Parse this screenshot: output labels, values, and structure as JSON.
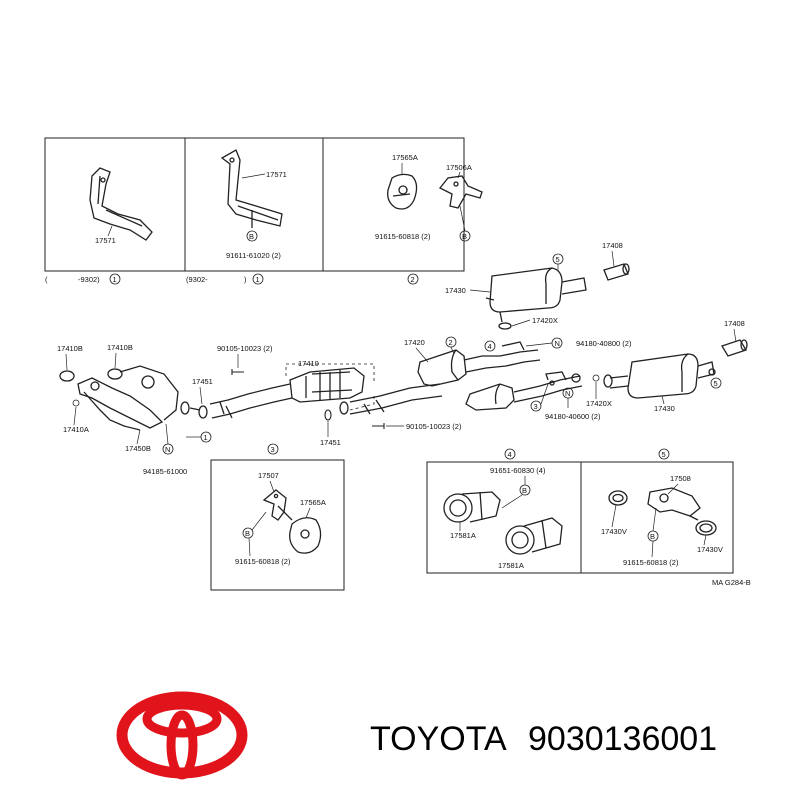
{
  "diagram": {
    "inset_top": {
      "panel1": {
        "part": "17571",
        "range": "-9302)",
        "ref": "1",
        "open": "("
      },
      "panel2": {
        "part": "17571",
        "bolt": "91611-61020 (2)",
        "bolt_key": "B",
        "range": "(9302-",
        "close": ")",
        "ref": "1"
      },
      "panel3": {
        "cushion": "17565A",
        "bracket": "17506A",
        "bolt": "91615-60818 (2)",
        "bolt_key": "B",
        "ref": "2"
      }
    },
    "exhaust_labels": {
      "l17408_top": "17408",
      "l17430_top": "17430",
      "l17420x_top": "17420X",
      "c5_top": "5",
      "c2": "2",
      "l17420": "17420",
      "c4": "4",
      "n_key_1": "N",
      "l94180_top": "94180-40800 (2)",
      "l17408_right": "17408",
      "c5_right": "5",
      "l17420x_right": "17420X",
      "l17430_right": "17430",
      "c3": "3",
      "n_key_2": "N",
      "l94180_bottom": "94180-40600 (2)",
      "l17410b_a": "17410B",
      "l17410b_b": "17410B",
      "l17410a": "17410A",
      "l17450b": "17450B",
      "n_key_3": "N",
      "l94185": "94185-61000",
      "l17451_a": "17451",
      "c1": "1",
      "l90105_top": "90105-10023 (2)",
      "l17410": "17410",
      "l17451_b": "17451",
      "l90105_bottom": "90105-10023 (2)"
    },
    "inset_bottom": {
      "panel3": {
        "ref": "3",
        "bracket": "17507",
        "cushion": "17565A",
        "bolt_key": "B",
        "bolt": "91615-60818 (2)"
      },
      "panel4": {
        "ref": "4",
        "bolt": "91651-60830 (4)",
        "bolt_key": "B",
        "part_a": "17581A",
        "part_b": "17581A"
      },
      "panel5": {
        "ref": "5",
        "bracket": "17508",
        "ring_a": "17430V",
        "bolt_key": "B",
        "ring_b": "17430V",
        "bolt": "91615-60818 (2)"
      }
    },
    "figure_code": "MA G284-B"
  },
  "footer": {
    "brand": "TOYOTA",
    "part_number": "9030136001",
    "brand_color": "#e1141c"
  }
}
